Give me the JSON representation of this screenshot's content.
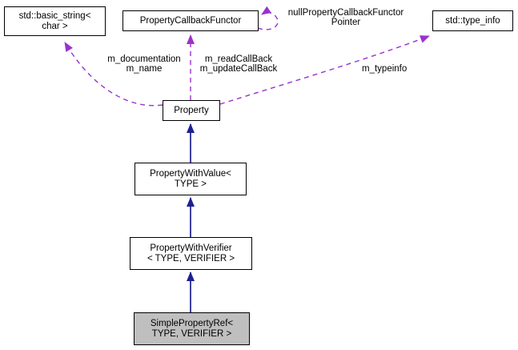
{
  "diagram_type": "class-collaboration-graph",
  "colors": {
    "inheritance_arrow": "#1f1f93",
    "usage_arrow": "#9a32cd",
    "node_border": "#000000",
    "node_fill": "#ffffff",
    "highlight_node_fill": "#bfbfbf",
    "text": "#000000",
    "background": "#ffffff"
  },
  "nodes": {
    "basic_string": {
      "label": "std::basic_string<\nchar >"
    },
    "callback_functor": {
      "label": "PropertyCallbackFunctor"
    },
    "type_info": {
      "label": "std::type_info"
    },
    "property": {
      "label": "Property"
    },
    "property_with_value": {
      "label": "PropertyWithValue<\nTYPE >"
    },
    "property_with_verifier": {
      "label": "PropertyWithVerifier\n< TYPE, VERIFIER >"
    },
    "simple_property_ref": {
      "label": "SimplePropertyRef<\nTYPE, VERIFIER >"
    }
  },
  "edge_labels": {
    "documentation_name": "m_documentation\nm_name",
    "read_update_callback": "m_readCallBack\nm_updateCallBack",
    "null_callback_pointer": "nullPropertyCallbackFunctor\nPointer",
    "typeinfo": "m_typeinfo"
  }
}
